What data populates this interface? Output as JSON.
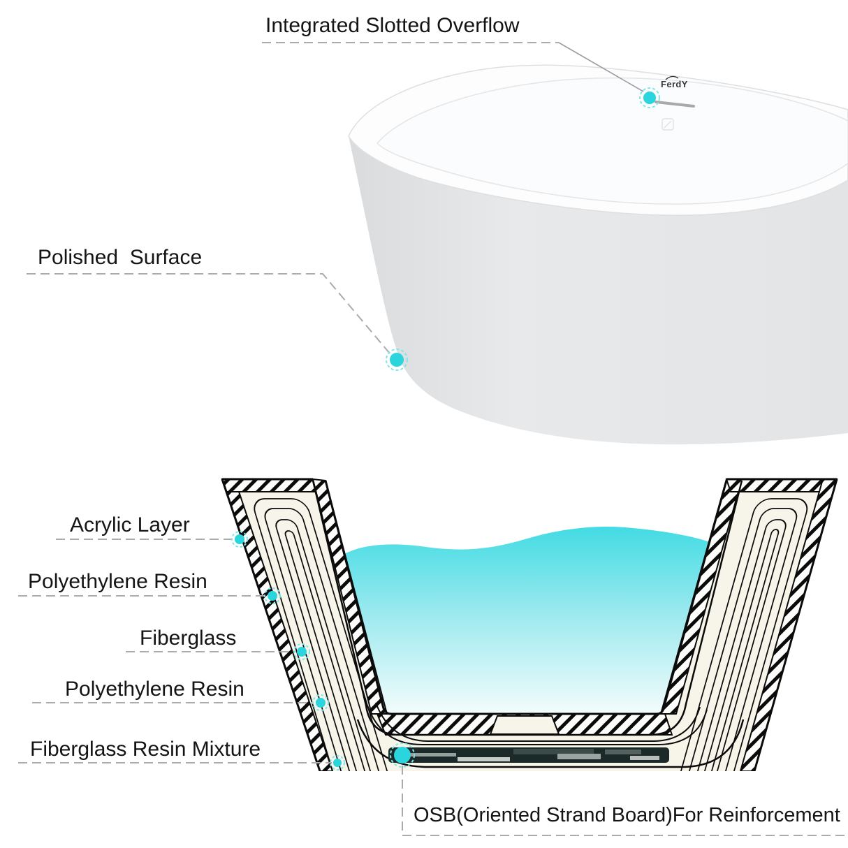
{
  "brand": {
    "logo_text": "FerdY"
  },
  "annotations": {
    "overflow": "Integrated Slotted Overflow",
    "polished_surface": "Polished  Surface",
    "osb": "OSB(Oriented Strand Board)For Reinforcement"
  },
  "layer_labels": [
    "Acrylic Layer",
    "Polyethylene Resin",
    "Fiberglass",
    "Polyethylene Resin",
    "Fiberglass Resin Mixture"
  ],
  "colors": {
    "accent_dot": "#2BD5DE",
    "accent_ring": "#7FE6EC",
    "water_top": "#3CDAE3",
    "water_bottom": "#F3FCFC",
    "material_cream": "#F7F4EA",
    "osb_dark": "#1B2A28",
    "leader_gray": "#ABABAB",
    "outline_black": "#0B0B0B"
  }
}
